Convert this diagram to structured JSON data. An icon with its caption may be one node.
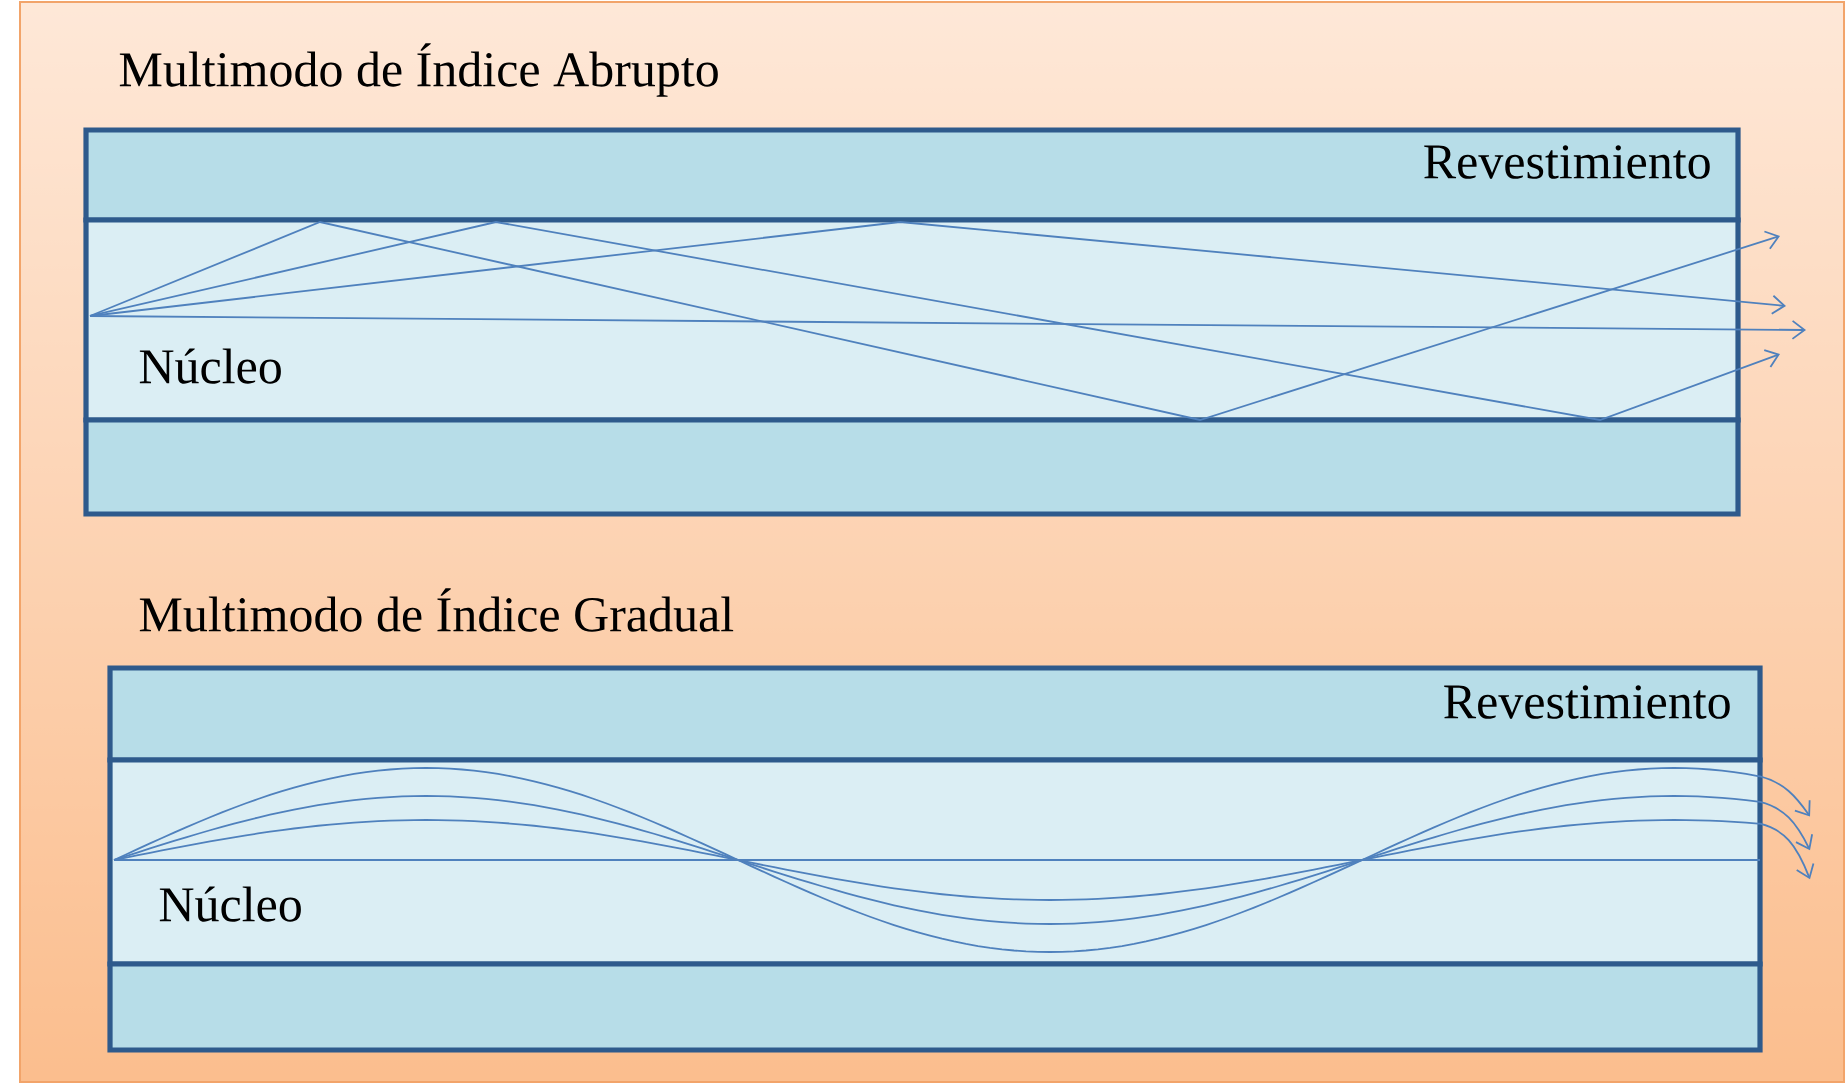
{
  "diagram": {
    "nodes": [
      {
        "text": [
          "Revestimiento"
        ]
      },
      {
        "text": [
          "Núcleo"
        ]
      },
      {
        "text": [],
        "shape": "bar"
      },
      {
        "text": [
          "Revestimiento"
        ]
      },
      {
        "text": [
          "Núcleo"
        ]
      },
      {
        "text": [],
        "shape": "bar"
      }
    ],
    "labels": [
      "Multimodo de Índice Abrupto",
      "Multimodo de Índice Gradual"
    ]
  }
}
